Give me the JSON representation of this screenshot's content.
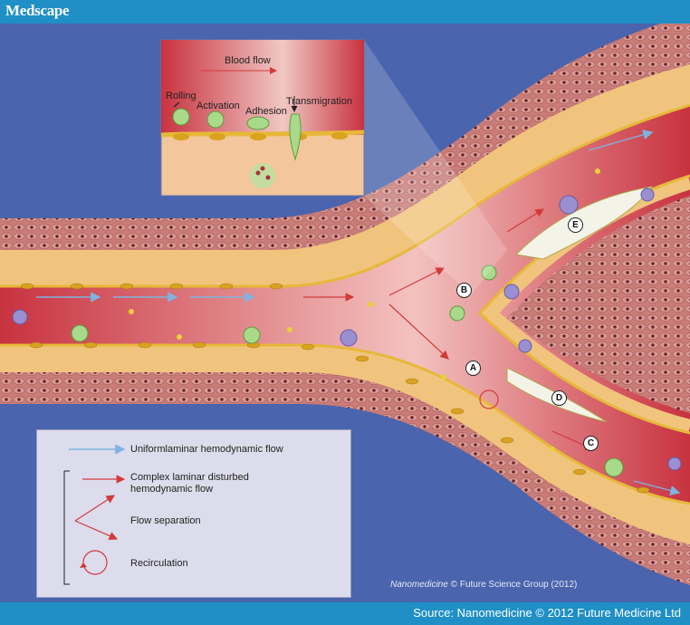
{
  "header": {
    "brand": "Medscape"
  },
  "footer": {
    "source": "Source: Nanomedicine © 2012 Future Medicine Ltd"
  },
  "credit": {
    "journal": "Nanomedicine",
    "rest": " © Future Science Group (2012)"
  },
  "inset": {
    "blood_flow": "Blood flow",
    "steps": [
      "Rolling",
      "Activation",
      "Adhesion",
      "Transmigration"
    ]
  },
  "markers": [
    "A",
    "B",
    "C",
    "D",
    "E"
  ],
  "legend": {
    "uniform": "Uniformlaminar hemodynamic flow",
    "complex": "Complex laminar disturbed hemodynamic flow",
    "separation": "Flow separation",
    "recirculation": "Recirculation"
  },
  "colors": {
    "background": "#4a64ad",
    "bar": "#1f8fc6",
    "lumen": "#c8323f",
    "wall": "#c97c78",
    "intima": "#f1c47e",
    "endothelium": "#e7b838",
    "uniform_arrow": "#7fb3e0",
    "disturbed_arrow": "#d23a3a"
  }
}
